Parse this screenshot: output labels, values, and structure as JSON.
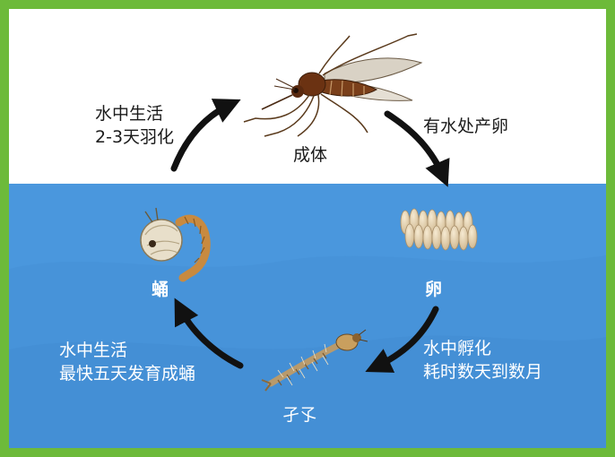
{
  "colors": {
    "border": "#6dba3a",
    "sky": "#ffffff",
    "water": "#4a97dd",
    "arrow": "#111111",
    "text_dark": "#1a1a1a",
    "text_light": "#ffffff"
  },
  "stages": {
    "adult": "成体",
    "egg": "卵",
    "larva": "孑孓",
    "pupa": "蛹"
  },
  "transitions": {
    "pupa_to_adult": {
      "line1": "水中生活",
      "line2": "2-3天羽化"
    },
    "adult_to_egg": {
      "line1": "有水处产卵"
    },
    "egg_to_larva": {
      "line1": "水中孵化",
      "line2": "耗时数天到数月"
    },
    "larva_to_pupa": {
      "line1": "水中生活",
      "line2": "最快五天发育成蛹"
    }
  },
  "icons": [
    "mosquito-icon",
    "egg-raft-icon",
    "larva-icon",
    "pupa-icon"
  ]
}
